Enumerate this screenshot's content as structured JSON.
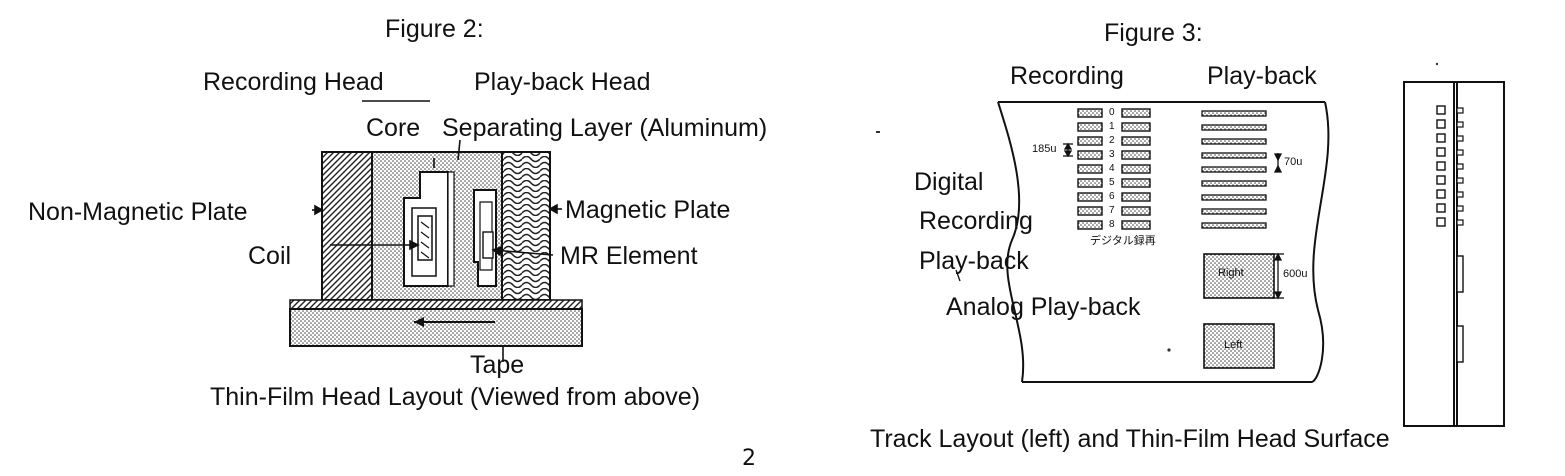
{
  "fig2": {
    "title": "Figure 2:",
    "recording_head": "Recording Head",
    "playback_head": "Play-back Head",
    "core": "Core",
    "separating_layer": "Separating Layer (Aluminum)",
    "non_magnetic_plate": "Non-Magnetic Plate",
    "magnetic_plate": "Magnetic Plate",
    "coil": "Coil",
    "mr_element": "MR Element",
    "tape": "Tape",
    "caption": "Thin-Film Head Layout (Viewed from above)"
  },
  "fig3": {
    "title": "Figure 3:",
    "recording": "Recording",
    "playback": "Play-back",
    "digital": "Digital",
    "recording_label": "Recording",
    "playback_label": "Play-back",
    "analog_playback": "Analog Play-back",
    "dim_185": "185u",
    "dim_70": "70u",
    "dim_600": "600u",
    "japanese": "デジタル録再",
    "right": "Right",
    "left": "Left",
    "track_numbers": [
      "0",
      "1",
      "2",
      "3",
      "4",
      "5",
      "6",
      "7",
      "8"
    ],
    "caption": "Track Layout (left) and Thin-Film Head Surface"
  },
  "page_number": "2"
}
